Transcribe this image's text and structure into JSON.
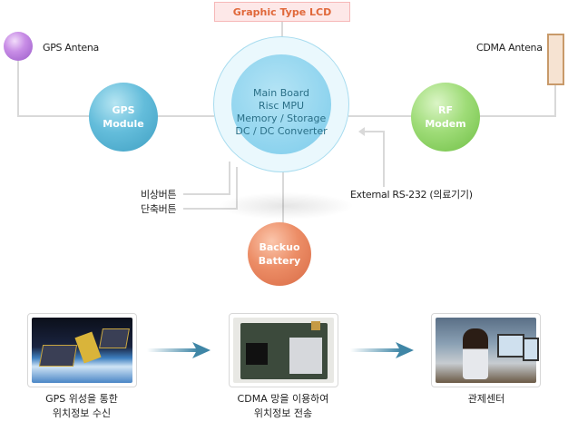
{
  "diagram": {
    "lcd_label": "Graphic Type LCD",
    "gps_antenna_label": "GPS Antena",
    "cdma_antenna_label": "CDMA Antena",
    "gps_module": [
      "GPS",
      "Module"
    ],
    "rf_modem": [
      "RF",
      "Modem"
    ],
    "main_board": [
      "Main Board",
      "Risc MPU",
      "Memory / Storage",
      "DC / DC Converter"
    ],
    "emergency_button_label": "비상버튼",
    "shortcut_button_label": "단축버튼",
    "external_label": "External RS-232 (의료기기)",
    "battery": [
      "Backuo",
      "Battery"
    ]
  },
  "flow": {
    "steps": [
      {
        "icon": "satellite-photo",
        "caption": [
          "GPS 위성을 통한",
          "위치정보 수신"
        ]
      },
      {
        "icon": "cdma-module-photo",
        "caption": [
          "CDMA 망을 이용하여",
          "위치정보 전송"
        ]
      },
      {
        "icon": "control-center-photo",
        "caption": [
          "관제센터"
        ]
      }
    ]
  },
  "colors": {
    "lcd_text": "#e0683a",
    "arrow": "#3f86a6",
    "line": "#d9d9d9"
  }
}
